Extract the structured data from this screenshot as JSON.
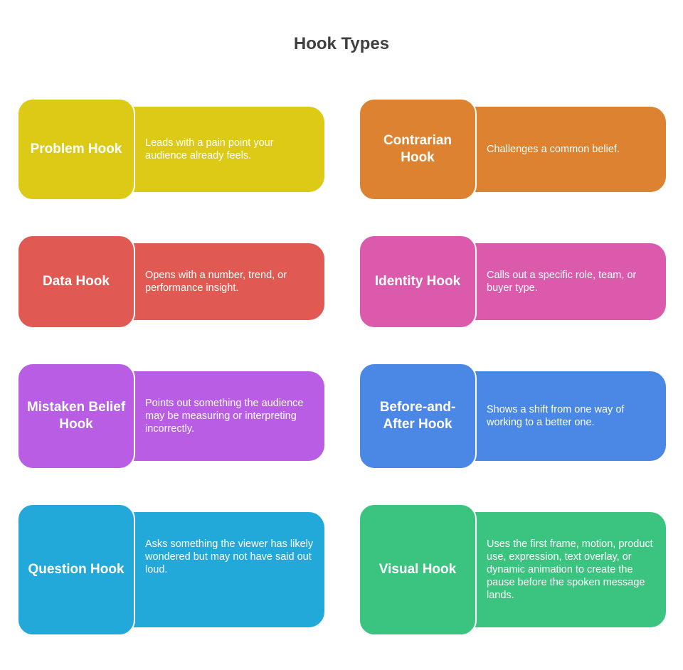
{
  "title": "Hook Types",
  "hooks": [
    {
      "label": "Problem Hook",
      "description": "Leads with a pain point your audience already feels.",
      "color": "#dcca16"
    },
    {
      "label": "Contrarian Hook",
      "description": "Challenges a common belief.",
      "color": "#dc8230"
    },
    {
      "label": "Data Hook",
      "description": "Opens with a number, trend, or performance insight.",
      "color": "#e05a53"
    },
    {
      "label": "Identity Hook",
      "description": "Calls out a specific role, team, or buyer type.",
      "color": "#db5aab"
    },
    {
      "label": "Mistaken Belief Hook",
      "description": "Points out something the audience may be measuring or interpreting incorrectly.",
      "color": "#b95de4"
    },
    {
      "label": "Before-and-After Hook",
      "description": "Shows a shift from one way of working to a better one.",
      "color": "#4b87e4"
    },
    {
      "label": "Question Hook",
      "description": "Asks something the viewer has likely wondered but may not have said out loud.",
      "color": "#23a8da"
    },
    {
      "label": "Visual Hook",
      "description": "Uses the first frame, motion, product use, expression, text overlay, or dynamic animation to create the pause before the spoken message lands.",
      "color": "#3bc47f"
    }
  ]
}
